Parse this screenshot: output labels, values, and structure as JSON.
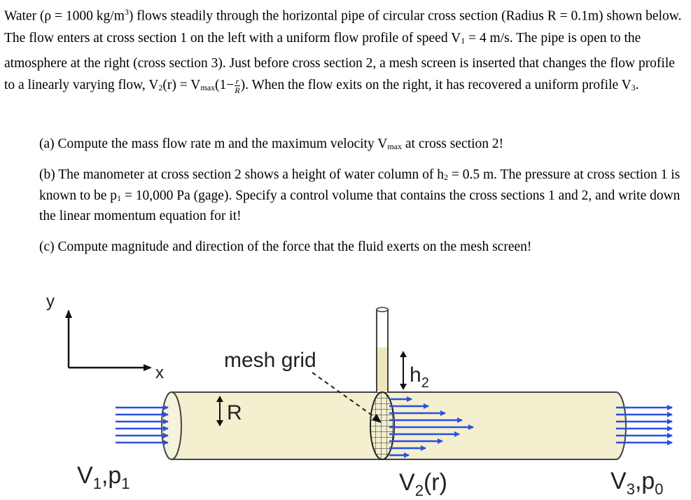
{
  "problem": {
    "intro": {
      "p1": "Water (ρ = 1000 kg/m",
      "p1_sup": "3",
      "p2": ") flows steadily through the horizontal pipe of circular cross section (Radius R = 0.1m) shown below. The flow enters at cross section 1 on the left with a uniform flow profile of speed V",
      "p2_sub": "1",
      "p3": " = 4 m/s. The pipe is open to the atmosphere at the right (cross section 3). Just before cross section 2, a mesh screen is inserted that changes the flow profile to a linearly varying flow, V",
      "p3_sub": "2",
      "p4": "(r) = V",
      "p4_sub": "max",
      "p5": "(1−",
      "frac_num": "r",
      "frac_den": "R",
      "p6": "). When the flow exits on the right, it has recovered a uniform profile V",
      "p6_sub": "3",
      "p7": "."
    },
    "part_a": {
      "t1": "(a) Compute the mass flow rate m and the maximum velocity V",
      "t1_sub": "max",
      "t2": " at cross section 2!"
    },
    "part_b": {
      "t1": "(b) The manometer at cross section 2 shows a height of water column of h",
      "t1_sub": "2",
      "t2": " = 0.5 m. The pressure at cross section 1 is known to be p",
      "t2_sub": "1",
      "t3": " = 10,000 Pa (gage). Specify a control volume that contains the cross sections 1 and 2, and write down the linear momentum equation for it!"
    },
    "part_c": {
      "text": "(c) Compute magnitude and direction of the force that the fluid exerts on the mesh screen!"
    }
  },
  "figure": {
    "axis_y": "y",
    "axis_x": "x",
    "mesh_label": "mesh grid",
    "radius_label": "R",
    "h2_label": "h",
    "h2_sub": "2",
    "v1_label": "V",
    "v1_sub": "1",
    "p1_label": ",p",
    "p1_sub": "1",
    "v2_label": "V",
    "v2_sub": "2",
    "v2_tail": "(r)",
    "v3_label": "V",
    "v3_sub": "3",
    "p0_label": ",p",
    "p0_sub": "0",
    "colors": {
      "pipe_fill": "#f3efcf",
      "pipe_stroke": "#444444",
      "arrow_blue": "#2b4fe0",
      "water_column": "#efe6bf"
    }
  }
}
